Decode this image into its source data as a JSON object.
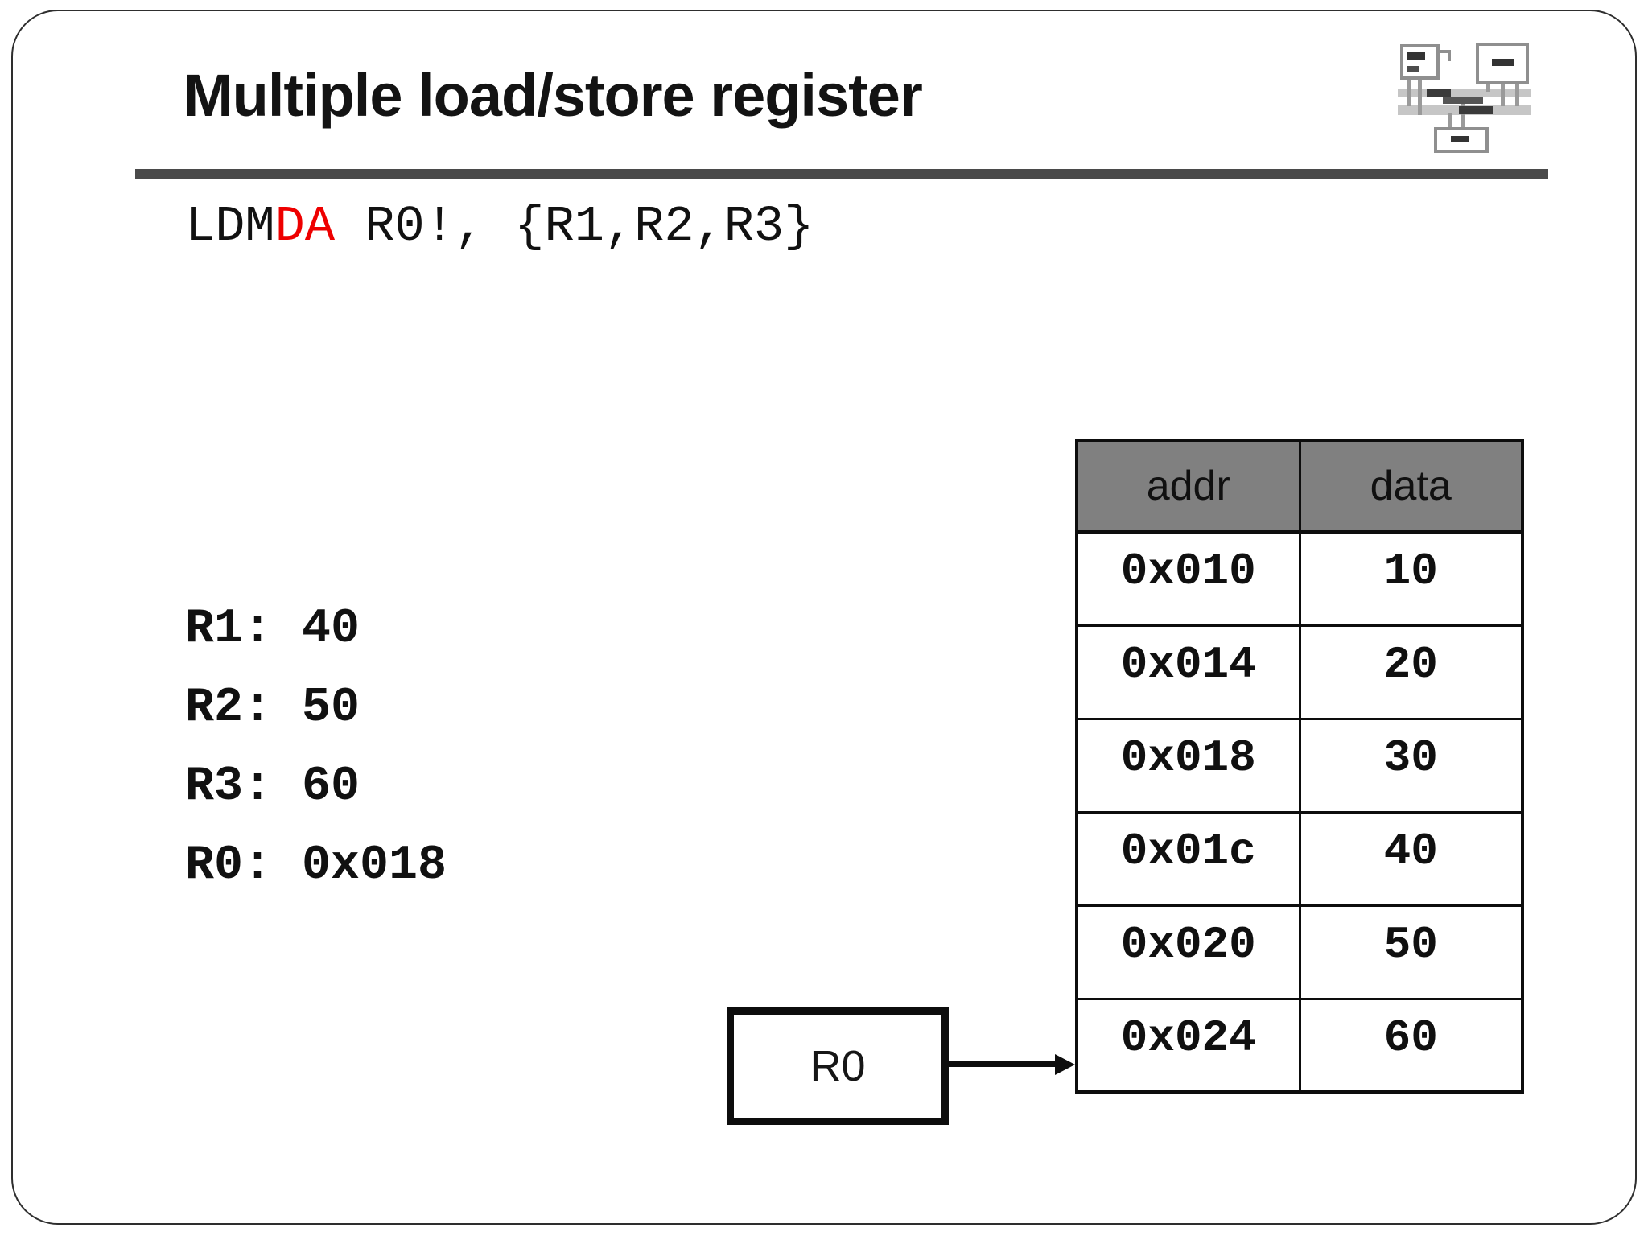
{
  "slide": {
    "title": "Multiple load/store register",
    "instruction": {
      "prefix": "LDM",
      "highlight": "DA",
      "suffix": " R0!, {R1,R2,R3}"
    },
    "registers": [
      {
        "label": "R1:",
        "value": "40"
      },
      {
        "label": "R2:",
        "value": "50"
      },
      {
        "label": "R3:",
        "value": "60"
      },
      {
        "label": "R0:",
        "value": "0x018"
      }
    ],
    "memory_table": {
      "headers": [
        "addr",
        "data"
      ],
      "rows": [
        [
          "0x010",
          "10"
        ],
        [
          "0x014",
          "20"
        ],
        [
          "0x018",
          "30"
        ],
        [
          "0x01c",
          "40"
        ],
        [
          "0x020",
          "50"
        ],
        [
          "0x024",
          "60"
        ]
      ]
    },
    "pointer_box": {
      "label": "R0"
    },
    "icon": "system-bus-diagram",
    "colors": {
      "instruction_highlight": "#ee0000",
      "table_header_bg": "#808080",
      "title_rule": "#4a4a4a",
      "border_black": "#0d0d0d"
    }
  }
}
